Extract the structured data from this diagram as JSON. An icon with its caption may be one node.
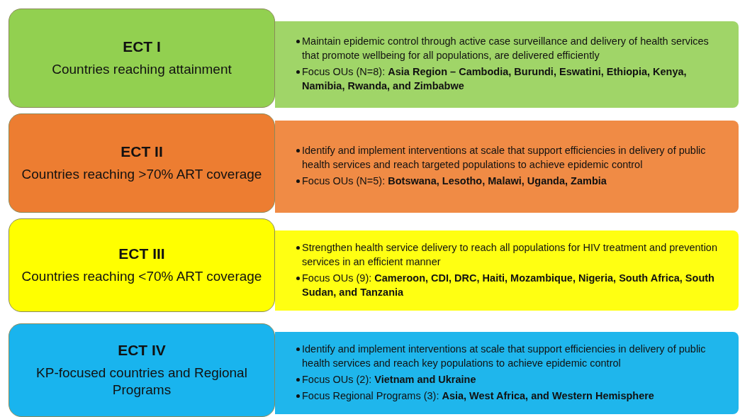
{
  "diagram": {
    "nodes": [
      {
        "text": [
          "ECT I",
          "Countries reaching attainment"
        ]
      },
      {
        "text": [
          "Maintain epidemic control through active case surveillance and delivery of health services that promote wellbeing for all populations, are delivered efficiently",
          "Focus OUs (N=8): **Asia Region – Cambodia, Burundi, Eswatini, Ethiopia, Kenya, Namibia, Rwanda, and Zimbabwe**"
        ]
      },
      {
        "text": [
          "ECT II",
          "Countries reaching >70% ART coverage"
        ]
      },
      {
        "text": [
          "Identify and implement interventions at scale that support efficiencies in delivery of public health services and reach targeted populations to achieve epidemic control",
          "Focus OUs (N=5): **Botswana, Lesotho, Malawi, Uganda, Zambia**"
        ]
      },
      {
        "text": [
          "ECT III",
          "Countries reaching <70% ART coverage"
        ]
      },
      {
        "text": [
          "Strengthen health service delivery to reach all populations for HIV treatment and prevention services in an efficient manner",
          "Focus OUs (9): **Cameroon, CDI, DRC, Haiti, Mozambique, Nigeria, South Africa, South Sudan, and Tanzania**"
        ]
      },
      {
        "text": [
          "ECT IV",
          "KP-focused countries and Regional Programs"
        ]
      },
      {
        "text": [
          "Identify and implement interventions at scale that support efficiencies in delivery of public health services and reach key populations to achieve epidemic control",
          "Focus OUs (2): **Vietnam and Ukraine**",
          "Focus Regional Programs (3): **Asia, West Africa, and Western Hemisphere**"
        ]
      }
    ],
    "edges": []
  }
}
